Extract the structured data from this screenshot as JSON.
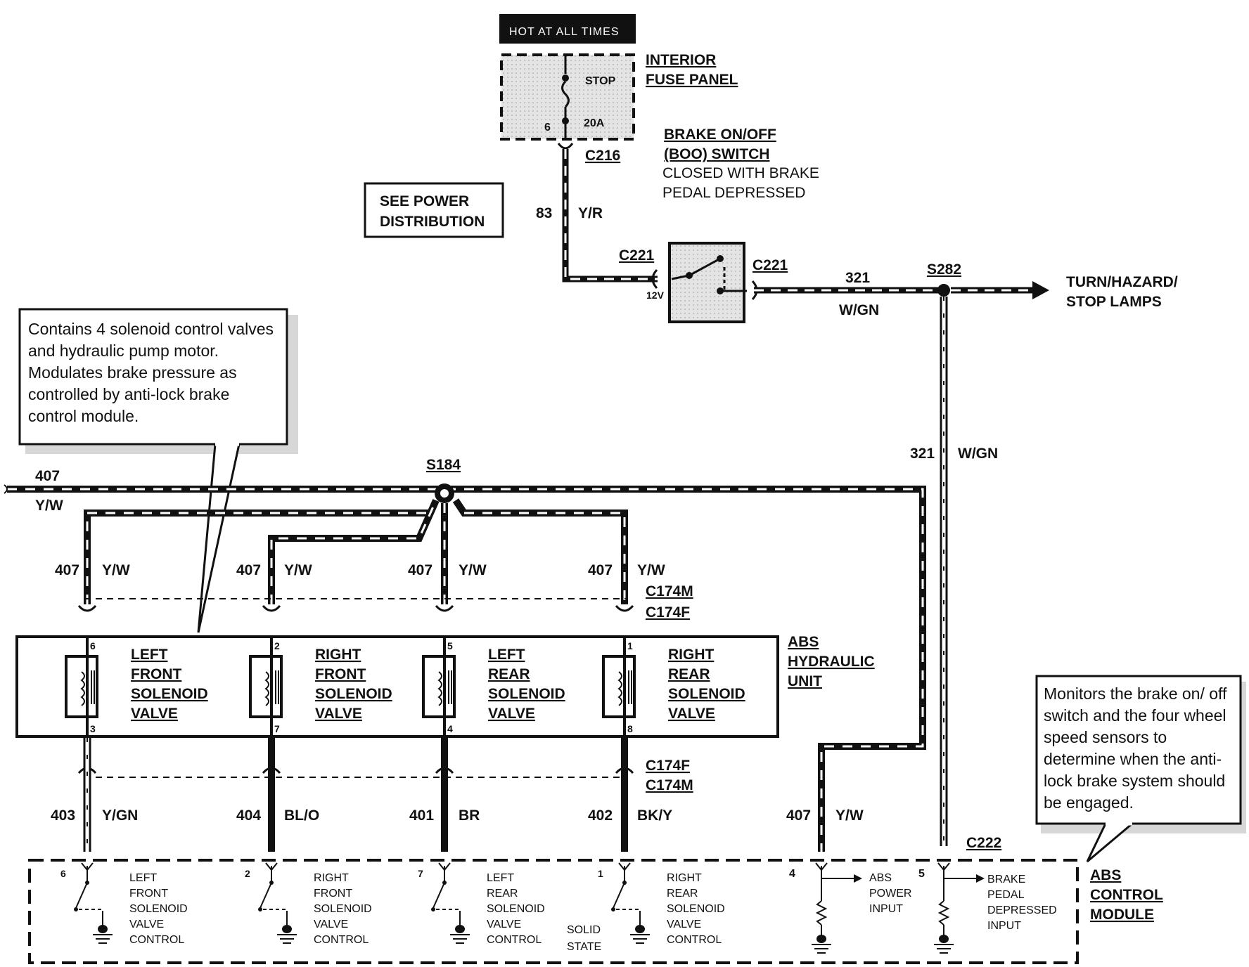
{
  "header": {
    "hot_at_all_times": "HOT AT ALL TIMES"
  },
  "fuse_panel": {
    "title_line1": "INTERIOR",
    "title_line2": "FUSE PANEL",
    "fuse_name": "STOP",
    "fuse_rating": "20A",
    "pin": "6"
  },
  "connectors": {
    "c216": "C216",
    "c221_left": "C221",
    "c221_right": "C221",
    "c174_top_m": "C174M",
    "c174_top_f": "C174F",
    "c174_bot_f": "C174F",
    "c174_bot_m": "C174M",
    "c222": "C222"
  },
  "splices": {
    "s282": "S282",
    "s184": "S184"
  },
  "power_distribution": {
    "line1": "SEE POWER",
    "line2": "DISTRIBUTION"
  },
  "boo_switch": {
    "line1": "BRAKE ON/OFF",
    "line2": "(BOO) SWITCH",
    "line3": "CLOSED WITH BRAKE",
    "line4": "PEDAL DEPRESSED",
    "voltage": "12V"
  },
  "wires": {
    "w83": {
      "circuit": "83",
      "color": "Y/R"
    },
    "w321_top": {
      "circuit": "321",
      "color": "W/GN"
    },
    "w321_vert": {
      "circuit": "321",
      "color": "W/GN"
    },
    "w407_left": {
      "circuit": "407",
      "color": "Y/W"
    },
    "drops": [
      {
        "circuit": "407",
        "color": "Y/W"
      },
      {
        "circuit": "407",
        "color": "Y/W"
      },
      {
        "circuit": "407",
        "color": "Y/W"
      },
      {
        "circuit": "407",
        "color": "Y/W"
      }
    ],
    "lower": [
      {
        "circuit": "403",
        "color": "Y/GN"
      },
      {
        "circuit": "404",
        "color": "BL/O"
      },
      {
        "circuit": "401",
        "color": "BR"
      },
      {
        "circuit": "402",
        "color": "BK/Y"
      },
      {
        "circuit": "407",
        "color": "Y/W"
      }
    ]
  },
  "turn_hazard": {
    "line1": "TURN/HAZARD/",
    "line2": "STOP LAMPS"
  },
  "hcu_note": "Contains 4 solenoid control valves and hydraulic pump motor. Modulates brake pres­sure as controlled by anti-lock brake control module.",
  "module_note": "Monitors the brake on/ off switch and the four wheel speed sensors to determine when the anti-lock brake system should be engaged.",
  "hydraulic_unit": {
    "title": [
      "ABS",
      "HYDRAULIC",
      "UNIT"
    ],
    "valves": [
      {
        "label": [
          "LEFT",
          "FRONT",
          "SOLENOID",
          "VALVE"
        ],
        "pin_top": "6",
        "pin_bottom": "3"
      },
      {
        "label": [
          "RIGHT",
          "FRONT",
          "SOLENOID",
          "VALVE"
        ],
        "pin_top": "2",
        "pin_bottom": "7"
      },
      {
        "label": [
          "LEFT",
          "REAR",
          "SOLENOID",
          "VALVE"
        ],
        "pin_top": "5",
        "pin_bottom": "4"
      },
      {
        "label": [
          "RIGHT",
          "REAR",
          "SOLENOID",
          "VALVE"
        ],
        "pin_top": "1",
        "pin_bottom": "8"
      }
    ]
  },
  "control_module": {
    "title": [
      "ABS",
      "CONTROL",
      "MODULE"
    ],
    "controls": [
      {
        "pin": "6",
        "label": [
          "LEFT",
          "FRONT",
          "SOLENOID",
          "VALVE",
          "CONTROL"
        ]
      },
      {
        "pin": "2",
        "label": [
          "RIGHT",
          "FRONT",
          "SOLENOID",
          "VALVE",
          "CONTROL"
        ]
      },
      {
        "pin": "7",
        "label": [
          "LEFT",
          "REAR",
          "SOLENOID",
          "VALVE",
          "CONTROL"
        ]
      },
      {
        "pin": "1",
        "label": [
          "RIGHT",
          "REAR",
          "SOLENOID",
          "VALVE",
          "CONTROL"
        ]
      }
    ],
    "solid_state": [
      "SOLID",
      "STATE"
    ],
    "power_input": {
      "pin": "4",
      "label": [
        "ABS",
        "POWER",
        "INPUT"
      ]
    },
    "brake_input": {
      "pin": "5",
      "label": [
        "BRAKE",
        "PEDAL",
        "DEPRESSED",
        "INPUT"
      ]
    }
  },
  "colors": {
    "ink": "#111111",
    "shade": "#d8d8d8"
  }
}
